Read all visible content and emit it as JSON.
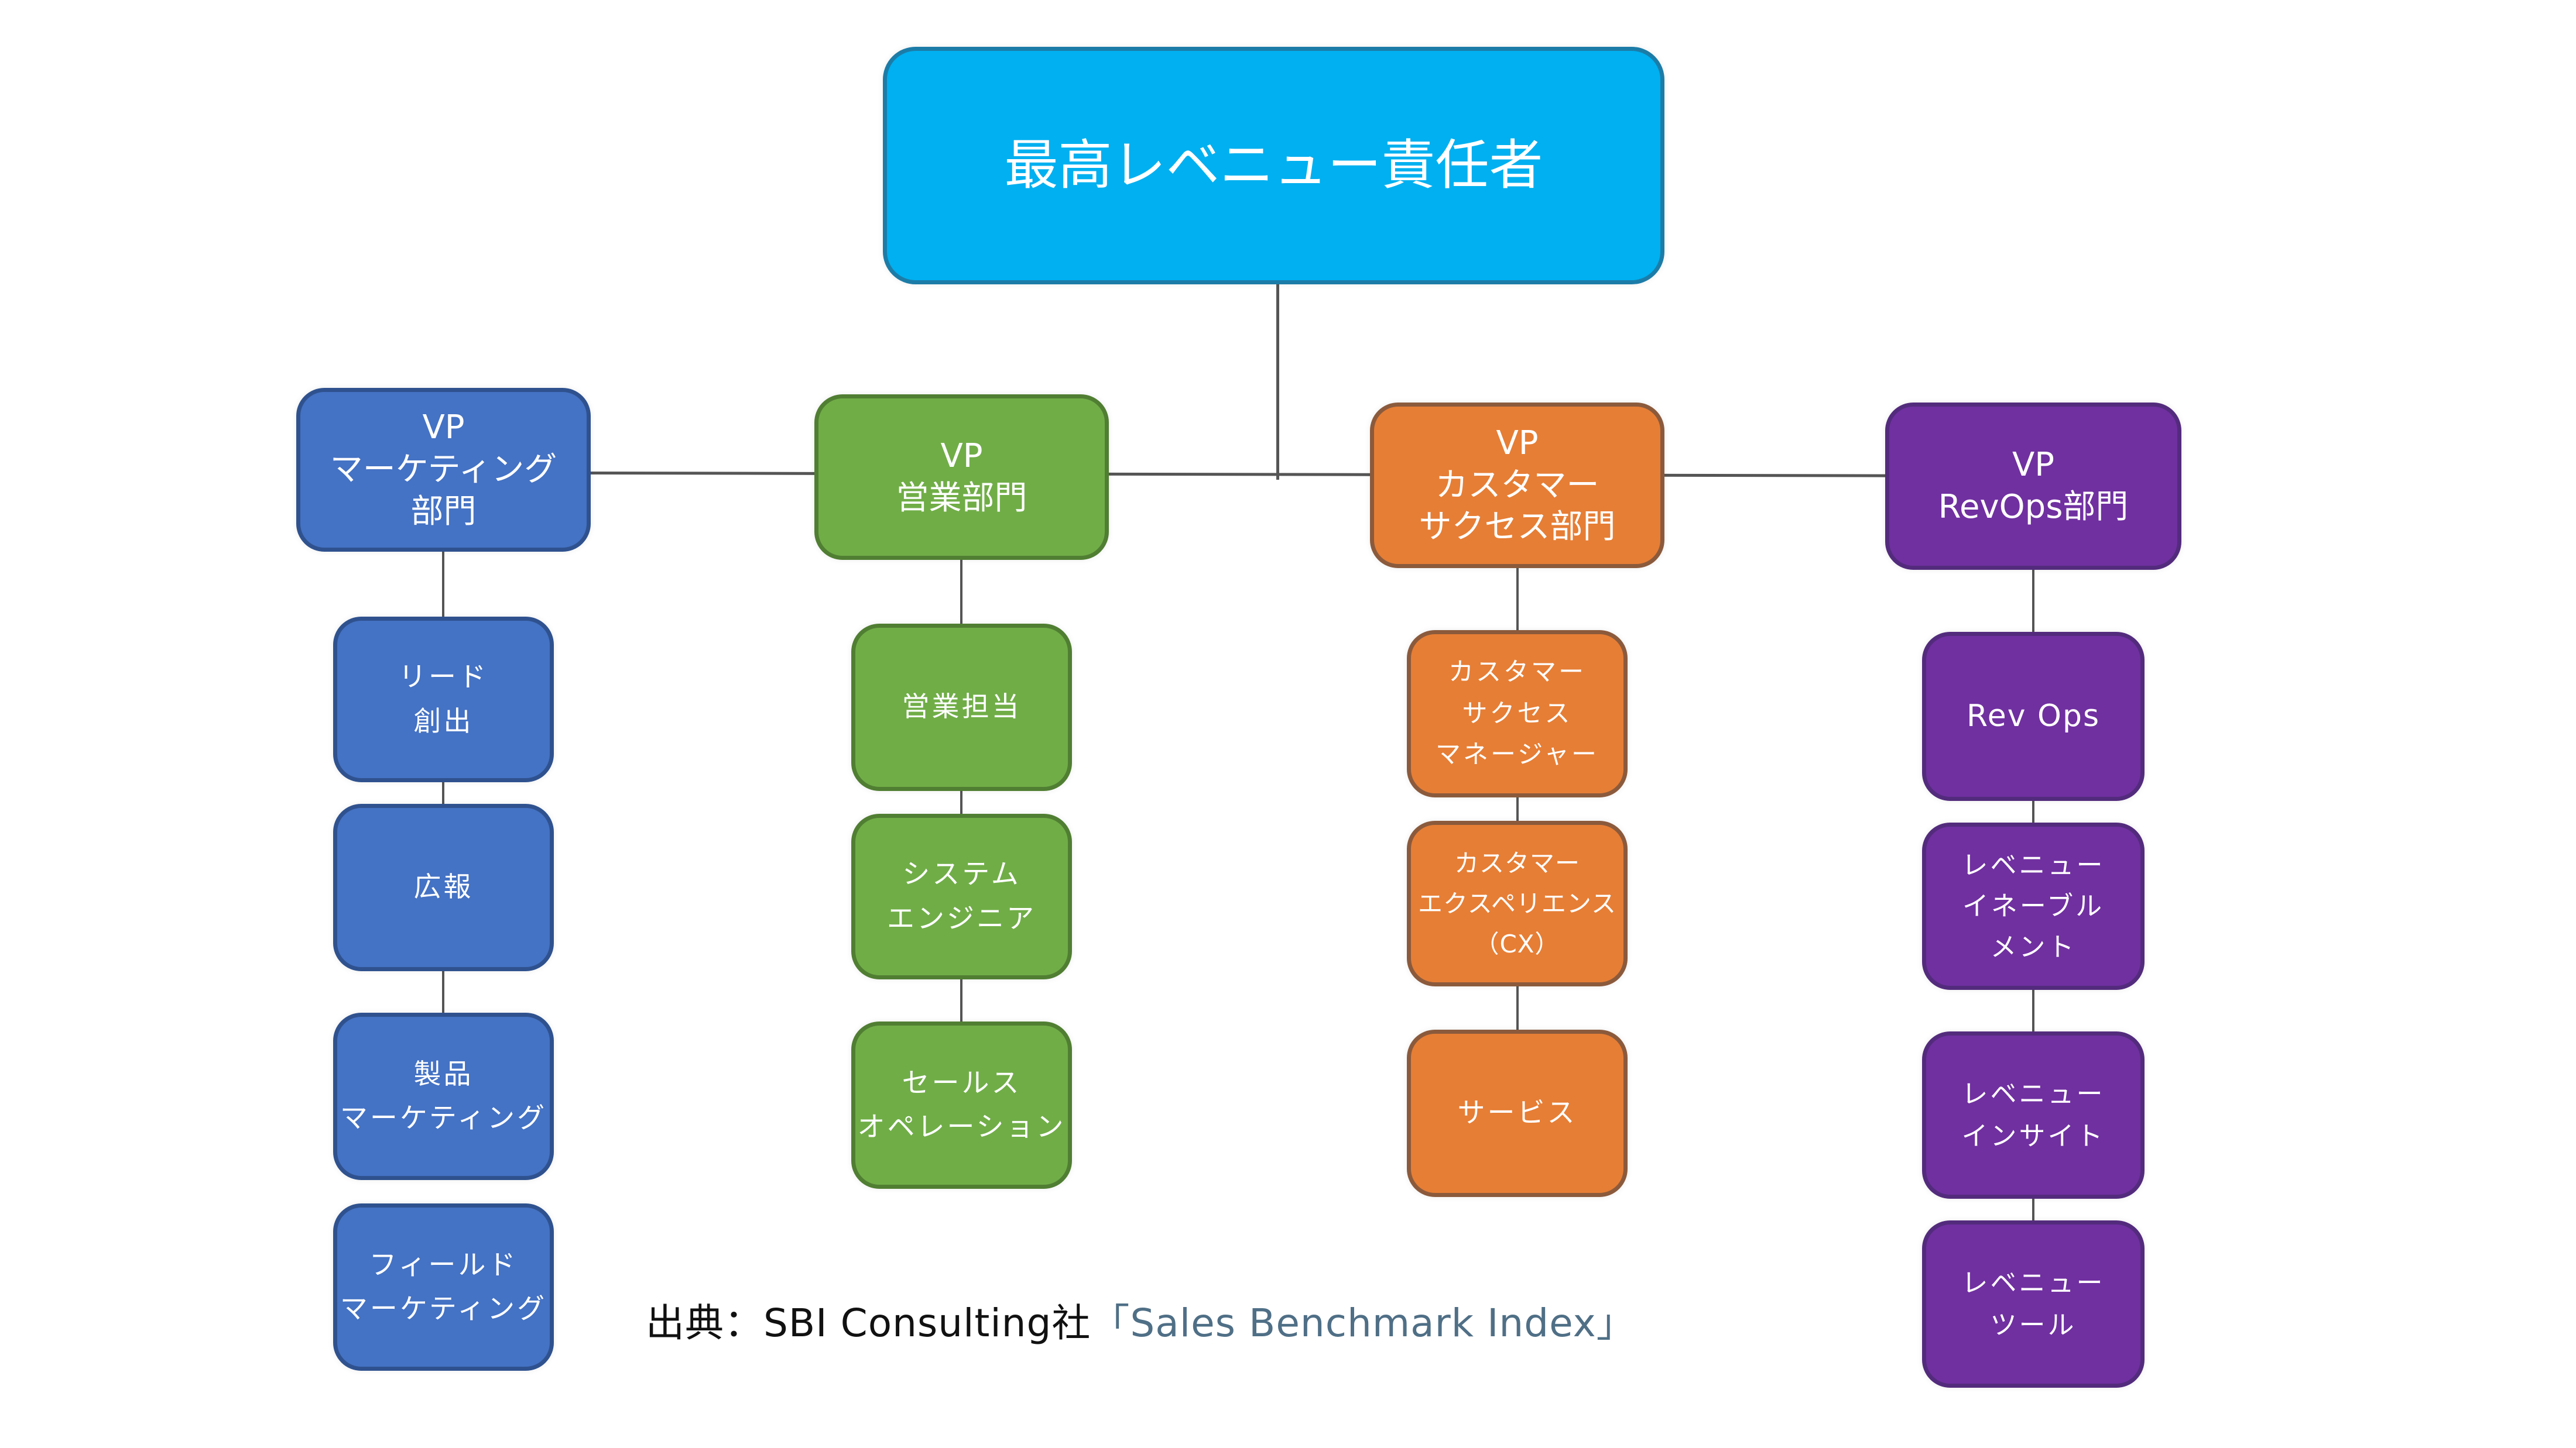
{
  "root": {
    "label": "最高レベニュー責任者",
    "color": "#00b0f0"
  },
  "departments": [
    {
      "id": "marketing",
      "label": "VP\nマーケティング\n部門",
      "color": "#4472c4",
      "children": [
        {
          "label": "リード\n創出"
        },
        {
          "label": "広報"
        },
        {
          "label": "製品\nマーケティング"
        },
        {
          "label": "フィールド\nマーケティング"
        }
      ]
    },
    {
      "id": "sales",
      "label": "VP\n営業部門",
      "color": "#70ad47",
      "children": [
        {
          "label": "営業担当"
        },
        {
          "label": "システム\nエンジニア"
        },
        {
          "label": "セールス\nオペレーション"
        }
      ]
    },
    {
      "id": "customer-success",
      "label": "VP\nカスタマー\nサクセス部門",
      "color": "#e67e35",
      "children": [
        {
          "label": "カスタマー\nサクセス\nマネージャー"
        },
        {
          "label": "カスタマー\nエクスペリエンス\n（CX）"
        },
        {
          "label": "サービス"
        }
      ]
    },
    {
      "id": "revops",
      "label": "VP\nRevOps部門",
      "color": "#7030a0",
      "children": [
        {
          "label": "Rev Ops"
        },
        {
          "label": "レベニュー\nイネーブル\nメント"
        },
        {
          "label": "レベニュー\nインサイト"
        },
        {
          "label": "レベニュー\nツール"
        }
      ]
    }
  ],
  "caption": {
    "prefix": "出典：SBI Consulting社",
    "source": "「Sales Benchmark Index」",
    "source_color": "#4f6f86"
  }
}
